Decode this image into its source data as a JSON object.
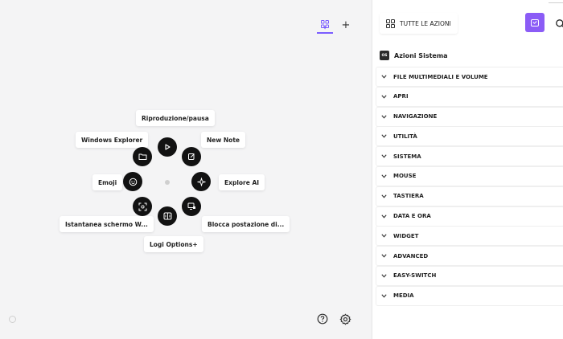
{
  "canvas": {
    "add_label": "+",
    "wheel": {
      "top": "Riproduzione/pausa",
      "top_right": "New Note",
      "right": "Explore AI",
      "bottom_right": "Blocca postazione di...",
      "bottom": "Logi Options+",
      "bottom_left": "Istantanea schermo W...",
      "left": "Emoji",
      "top_left": "Windows Explorer"
    },
    "icons": {
      "top": "play-icon",
      "top_right": "note-edit-icon",
      "right": "sparkle-ai-icon",
      "bottom_right": "monitor-lock-icon",
      "bottom": "logi-options-icon",
      "bottom_left": "screenshot-icon",
      "left": "emoji-icon",
      "top_left": "folder-icon"
    }
  },
  "panel": {
    "all_actions_label": "TUTTE LE AZIONI",
    "section_badge": "OS",
    "section_title": "Azioni Sistema",
    "categories": [
      "FILE MULTIMEDIALI E VOLUME",
      "APRI",
      "NAVIGAZIONE",
      "UTILITÀ",
      "SISTEMA",
      "MOUSE",
      "TASTIERA",
      "DATA E ORA",
      "WIDGET",
      "ADVANCED",
      "EASY-SWITCH",
      "MEDIA"
    ]
  },
  "colors": {
    "accent": "#8b5cf6",
    "tab_active": "#7a5cff",
    "wheel_button": "#121212"
  }
}
